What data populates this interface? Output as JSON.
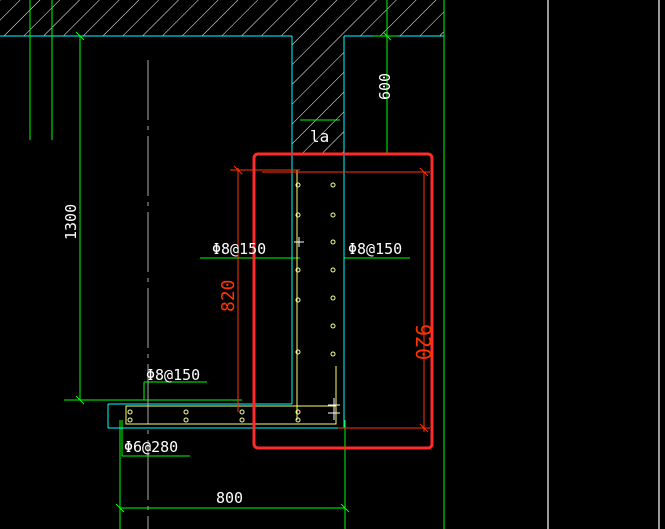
{
  "drawing": {
    "dims": {
      "d600": "600",
      "d1300": "1300",
      "d820": "820",
      "d920": "920",
      "d800": "800",
      "la": "la"
    },
    "rebar": {
      "left": "Φ8@150",
      "right": "Φ8@150",
      "bottom": "Φ8@150",
      "dist": "Φ6@280"
    }
  },
  "colors": {
    "background": "#000000",
    "green": "#00ff00",
    "cyan": "#00ffff",
    "white": "#ffffff",
    "yellow": "#ffff00",
    "orange": "#ff3300",
    "highlight": "#ff2a2a",
    "gray": "#c8c8c8"
  }
}
